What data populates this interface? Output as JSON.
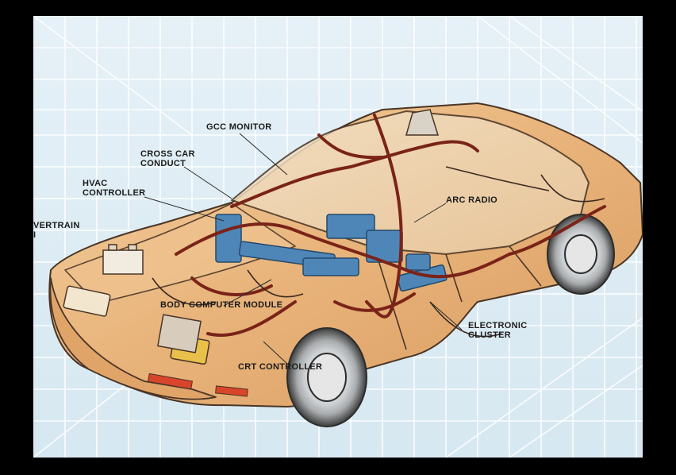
{
  "diagram": {
    "labels": {
      "gcc_monitor": "GCC MONITOR",
      "cross_car_conduct": "CROSS CAR\nCONDUCT",
      "hvac_controller": "HVAC\nCONTROLLER",
      "powertrain": "VERTRAIN\nI",
      "arc_radio": "ARC RADIO",
      "body_computer_module": "BODY COMPUTER MODULE",
      "electronic_cluster": "ELECTRONIC\nCLUSTER",
      "crt_controller": "CRT CONTROLLER"
    },
    "colors": {
      "background": "#000000",
      "grid_bg": "#e2eef5",
      "grid_line": "#ffffff",
      "car_body": "#e9b47c",
      "car_outline": "#4a3526",
      "wiring": "#7a2318",
      "modules": "#4f86b8",
      "tires": "#d9d9d9"
    }
  }
}
